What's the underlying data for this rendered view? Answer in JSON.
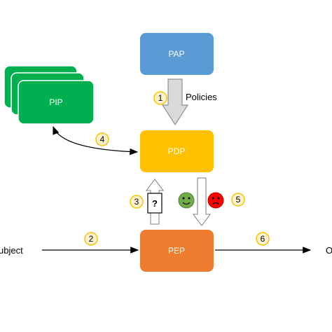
{
  "colors": {
    "pap": "#5b9bd5",
    "pip": "#00b050",
    "pdp": "#ffc000",
    "pep": "#ed7d31",
    "badge_fill": "#fff2cc",
    "badge_stroke": "#f5c400",
    "happy": "#70ad47",
    "sad": "#ff0000"
  },
  "boxes": {
    "pap": "PAP",
    "pip": "PIP",
    "pdp": "PDP",
    "pep": "PEP"
  },
  "labels": {
    "policies": "Policies",
    "subject": "ubject",
    "object": "O",
    "question": "?"
  },
  "steps": [
    "1",
    "2",
    "3",
    "4",
    "5",
    "6"
  ],
  "icons": {
    "request": "question-document-icon",
    "permit": "smiley-face-icon",
    "deny": "sad-face-icon"
  }
}
